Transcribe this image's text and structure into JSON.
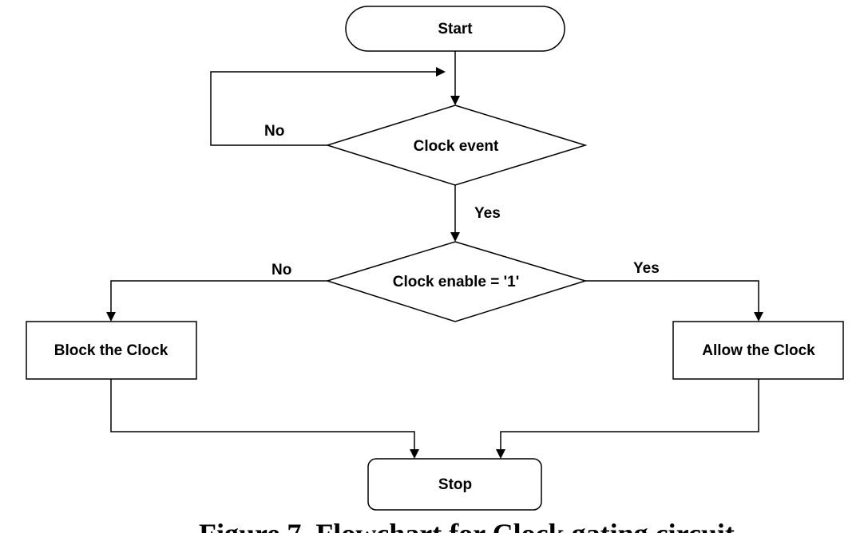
{
  "nodes": {
    "start": "Start",
    "clock_event": "Clock event",
    "clock_enable": "Clock enable = '1'",
    "block": "Block the Clock",
    "allow": "Allow the Clock",
    "stop": "Stop"
  },
  "edge_labels": {
    "clock_event_no": "No",
    "clock_event_yes": "Yes",
    "enable_no": "No",
    "enable_yes": "Yes"
  },
  "caption": "Figure 7. Flowchart for Clock gating circuit"
}
